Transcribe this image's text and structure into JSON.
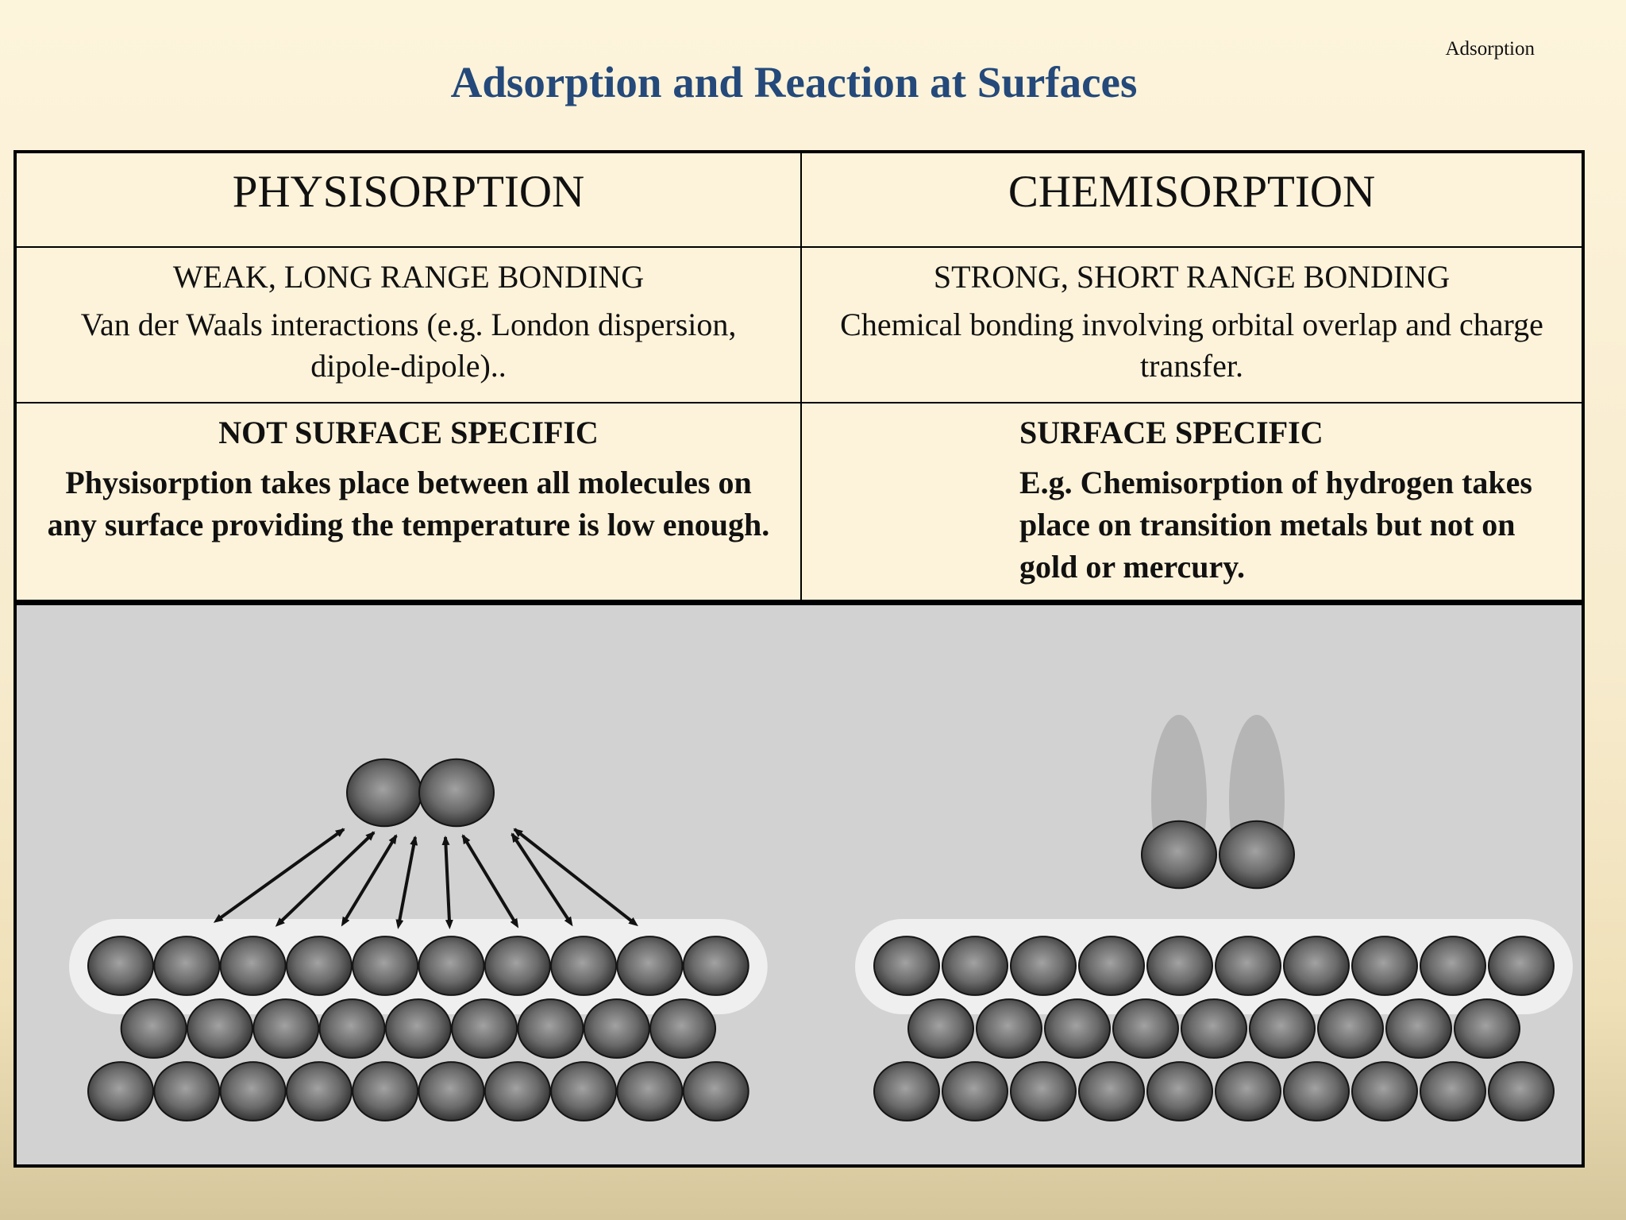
{
  "header": {
    "corner_label": "Adsorption",
    "title": "Adsorption and Reaction at Surfaces"
  },
  "table": {
    "physisorption": {
      "heading": "PHYSISORPTION",
      "bonding_title": "WEAK, LONG RANGE BONDING",
      "bonding_line1": "Van der Waals interactions (e.g. London  dispersion,",
      "bonding_line2": "dipole-dipole)..",
      "specificity_title": "NOT SURFACE SPECIFIC",
      "specificity_line1": "Physisorption takes place between all molecules  on",
      "specificity_line2": "any surface providing the temperature is low  enough."
    },
    "chemisorption": {
      "heading": "CHEMISORPTION",
      "bonding_title": "STRONG, SHORT RANGE BONDING",
      "bonding_line1": "Chemical bonding involving orbital overlap and  charge",
      "bonding_line2": "transfer.",
      "specificity_title": "SURFACE SPECIFIC",
      "specificity_line1": "E.g. Chemisorption of hydrogen takes",
      "specificity_line2": "place on  transition metals but not on",
      "specificity_line3": "gold or mercury."
    }
  },
  "colors": {
    "title": "#24497a",
    "diagram_bg": "#d2d2d2"
  }
}
